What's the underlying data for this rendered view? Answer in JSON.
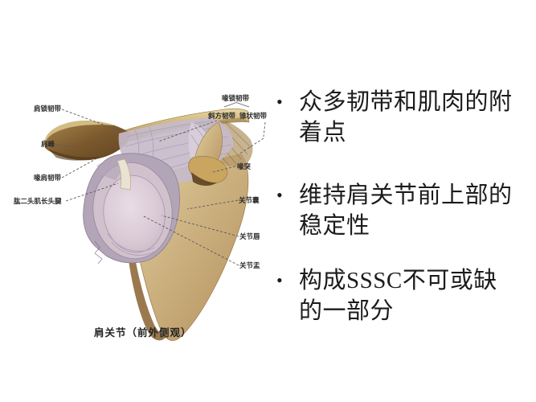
{
  "slide": {
    "bullet_char": "•",
    "bullets": [
      {
        "text": "众多韧带和肌肉的附着点"
      },
      {
        "text": "维持肩关节前上部的稳定性"
      },
      {
        "text": "构成SSSC不可或缺的一部分"
      }
    ]
  },
  "figure": {
    "caption": "肩关节（前外侧观）",
    "labels": [
      {
        "id": "acromioclavicular-ligament",
        "text": "肩锁韧带"
      },
      {
        "id": "acromion",
        "text": "肩峰"
      },
      {
        "id": "coracoacromial-ligament",
        "text": "喙肩韧带"
      },
      {
        "id": "biceps-long-head-tendon",
        "text": "肱二头肌长头腱"
      },
      {
        "id": "coracoclavicular-ligament",
        "text": "喙锁韧带"
      },
      {
        "id": "trapezoid-ligament",
        "text": "斜方韧带"
      },
      {
        "id": "conoid-ligament",
        "text": "锥状韧带"
      },
      {
        "id": "coracoid-process",
        "text": "喙突"
      },
      {
        "id": "joint-capsule",
        "text": "关节囊"
      },
      {
        "id": "glenoid-labrum",
        "text": "关节唇"
      },
      {
        "id": "glenoid-fossa",
        "text": "关节盂"
      }
    ],
    "colors": {
      "bone_light": "#e8d6a2",
      "bone_mid": "#c2a269",
      "bone_dark": "#7c5a2e",
      "ligament": "#c6bbca",
      "ligament_deep": "#a99cb2",
      "glenoid_outer": "#b3a5b8",
      "glenoid_ring": "#d0c1cd",
      "glenoid_fossa": "#ded0da",
      "leader_line": "#5a5a5a",
      "text": "#1c1c1c"
    }
  }
}
